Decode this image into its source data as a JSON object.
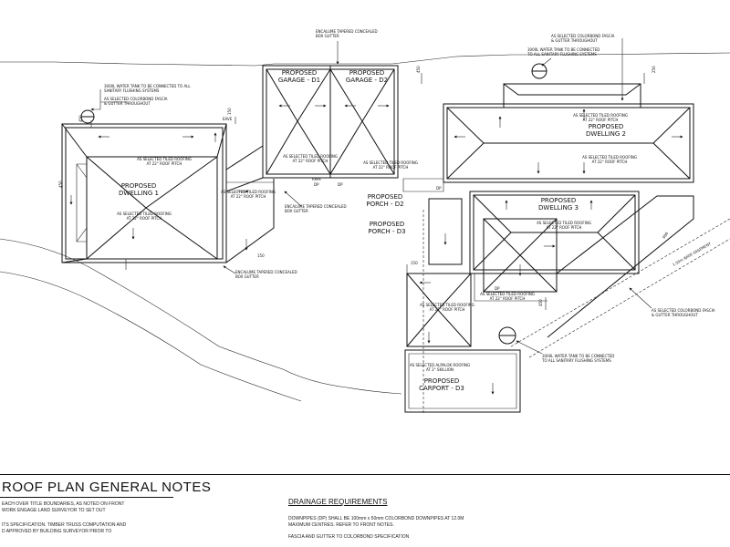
{
  "buildings": {
    "dwelling_1": "PROPOSED\nDWELLING 1",
    "dwelling_2": "PROPOSED\nDWELLING 2",
    "dwelling_3": "PROPOSED\nDWELLING 3",
    "garage_d1": "PROPOSED\nGARAGE - D1",
    "garage_d2": "PROPOSED\nGARAGE - D2",
    "porch_d2": "PROPOSED\nPORCH - D2",
    "porch_d3": "PROPOSED\nPORCH - D3",
    "carport_d3": "PROPOSED\nCARPORT - D3"
  },
  "annotations": {
    "tiled_roofing": "AS SELECTED TILED ROOFING\nAT 22° ROOF PITCH",
    "tank_left": "3000L WATER TANK TO BE CONNECTED TO ALL\nSANITARY FLUSHING SYSTEMS",
    "fascia_left": "AS SELECTED COLORBOND FASCIA\n& GUTTER THROUGHOUT",
    "box_gutter_top": "ENCALUME TAPERED CONCEALED\nBOX GUTTER",
    "box_gutter_mid": "ENCALUME TAPERED CONCEALED\nBOX GUTTER",
    "box_gutter_low": "ENCALUME TAPERED CONCEALED\nBOX GUTTER",
    "fascia_top_right": "AS SELECTED COLORBOND FASCIA\n& GUTTER THROUGHOUT",
    "tank_top_right": "3000L WATER TANK TO BE CONNECTED\nTO ALL SANITARY FLUSHING SYSTEMS",
    "fascia_right": "AS SELECTED COLORBOND FASCIA\n& GUTTER THROUGHOUT",
    "tank_bottom": "3000L WATER TANK TO BE CONNECTED\nTO ALL SANITARY FLUSHING SYSTEMS",
    "skillion": "AS SELECTED ALPALOK ROOFING\nAT 2° SKILLION",
    "easement": "1.50m WIDE EASEMENT"
  },
  "dims": {
    "d450": "450",
    "d150": "150",
    "d250": "250",
    "d600": "600",
    "eave": "EAVE",
    "dp": "DP",
    "rwh": "RWH"
  },
  "notes": {
    "title": "ROOF PLAN GENERAL NOTES",
    "line1": "EACH OVER TITLE BOUNDARIES, AS NOTED ON FRONT",
    "line2": "WORK ENGAGE LAND SURVEYOR TO SET OUT",
    "line3": "ITS SPECIFICATION. TIMBER TRUSS COMPUTATION AND",
    "line4": "D APPROVED BY BUILDING SURVEYOR PRIOR TO",
    "drainage_heading": "DRAINAGE REQUIREMENTS",
    "drainage_line1": "DOWNPIPES (DP) SHALL BE 100mm x 50mm COLORBOND DOWNPIPES AT 12.0M",
    "drainage_line2": "MAXIMUM CENTRES. REFER TO FRONT NOTES.",
    "drainage_line3": "FASCIA AND GUTTER TO COLORBOND SPECIFICATION"
  }
}
